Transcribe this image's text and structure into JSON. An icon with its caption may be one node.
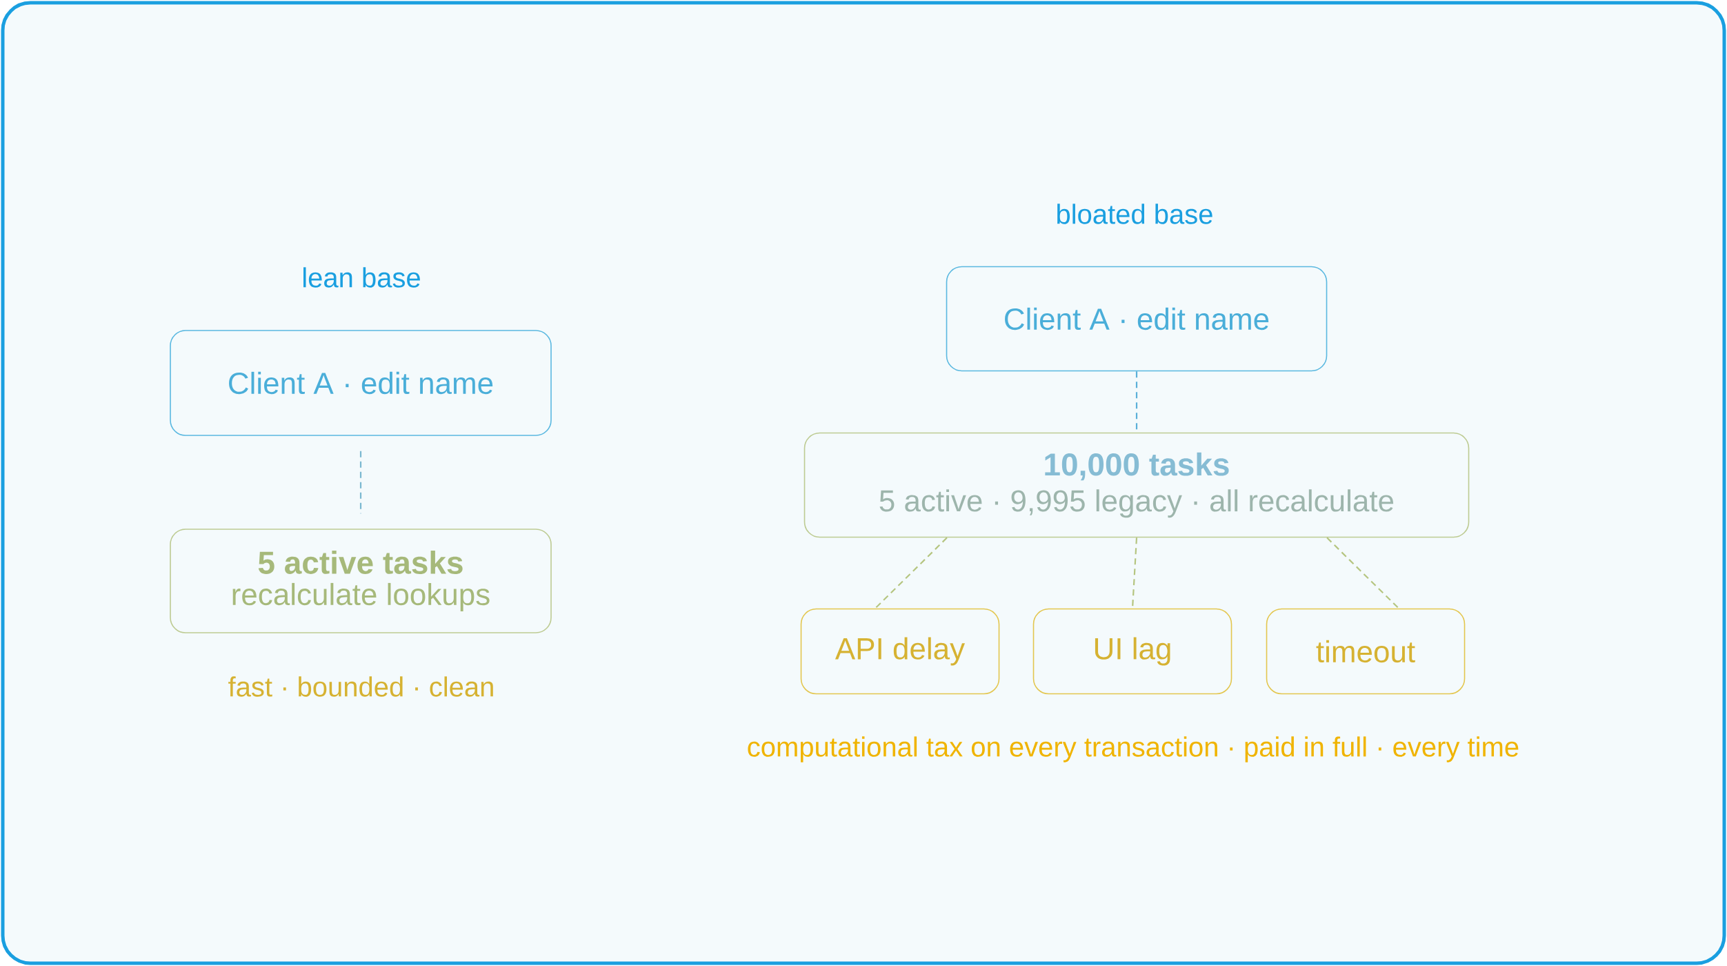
{
  "diagram": {
    "nodes": [
      {
        "text": [
          "Client A · edit name"
        ]
      },
      {
        "text": [
          "5 active tasks",
          "recalculate lookups"
        ]
      },
      {
        "text": [
          "Client A · edit name"
        ]
      },
      {
        "text": [
          "10,000 tasks",
          "5 active · 9,995 legacy · all recalculate"
        ]
      },
      {
        "text": [
          "API delay"
        ]
      },
      {
        "text": [
          "UI lag"
        ]
      },
      {
        "text": [
          "timeout"
        ]
      }
    ],
    "edges": [
      {
        "from": 0,
        "to": 1,
        "arrow": "none",
        "style": "dashed",
        "color": "#7ab8d0"
      },
      {
        "from": 2,
        "to": 3,
        "arrow": "none",
        "style": "dashed",
        "color": "#5ab0d8"
      },
      {
        "from": 3,
        "to": 4,
        "arrow": "none",
        "style": "dashed"
      },
      {
        "from": 3,
        "to": 5,
        "arrow": "none",
        "style": "dashed"
      },
      {
        "from": 3,
        "to": 6,
        "arrow": "none",
        "style": "dashed"
      }
    ],
    "labels": [
      "bloated base",
      "lean base",
      "fast · bounded · clean",
      "computational tax on every transaction · paid in full · every time"
    ]
  }
}
